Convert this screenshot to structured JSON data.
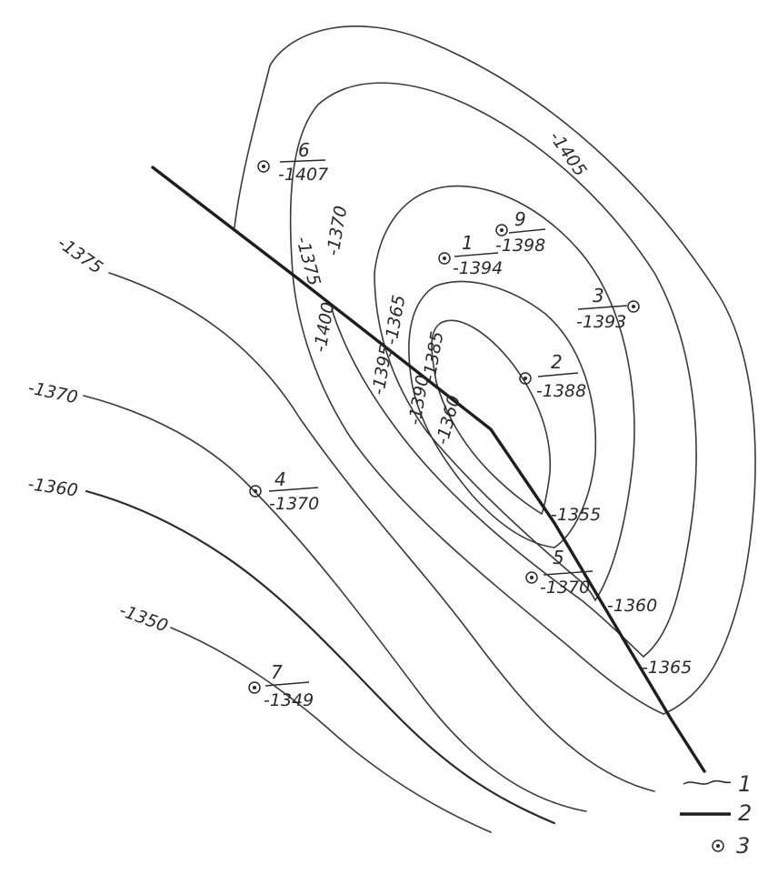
{
  "contour_labels": {
    "c1405": "-1405",
    "c1375_top": "-1375",
    "c1370_top": "-1370",
    "c1400": "-1400",
    "c1365_top": "-1365",
    "c1395": "-1395",
    "c1385": "-1385",
    "c1390": "-1390",
    "c1360_top": "-1360",
    "c1355": "-1355",
    "c1360_right": "-1360",
    "c1365_right": "-1365",
    "c1375_left": "-1375",
    "c1370_left": "-1370",
    "c1360_left": "-1360",
    "c1350_left": "-1350"
  },
  "wells": [
    {
      "id": "w6",
      "number": "6",
      "value": "-1407"
    },
    {
      "id": "w9",
      "number": "9",
      "value": "-1398"
    },
    {
      "id": "w1",
      "number": "1",
      "value": "-1394"
    },
    {
      "id": "w3",
      "number": "3",
      "value": "-1393"
    },
    {
      "id": "w2",
      "number": "2",
      "value": "-1388"
    },
    {
      "id": "w4",
      "number": "4",
      "value": "-1370"
    },
    {
      "id": "w5",
      "number": "5",
      "value": "-1370"
    },
    {
      "id": "w7",
      "number": "7",
      "value": "-1349"
    }
  ],
  "legend": {
    "item1": "1",
    "item2": "2",
    "item3": "3"
  }
}
